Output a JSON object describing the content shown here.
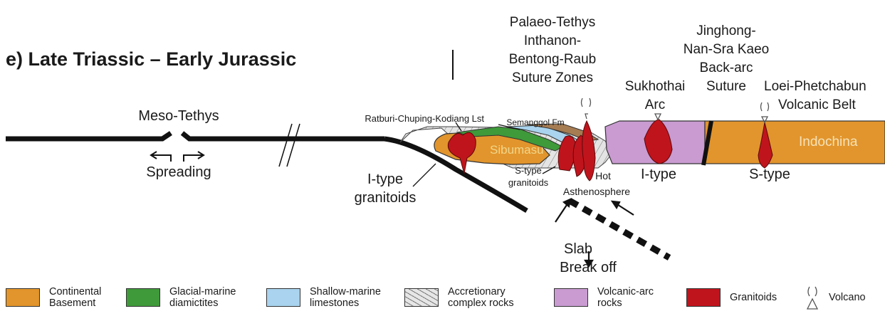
{
  "panel_title": "e)  Late Triassic – Early Jurassic",
  "labels": {
    "meso_tethys": "Meso-Tethys",
    "spreading": "Spreading",
    "ratburi": "Ratburi-Chuping-Kodiang Lst",
    "semanggol": "Semanggol Fm",
    "palaeo_1": "Palaeo-Tethys",
    "palaeo_2": "Inthanon-",
    "palaeo_3": "Bentong-Raub",
    "palaeo_4": "Suture Zones",
    "sukhothai_1": "Sukhothai",
    "sukhothai_2": "Arc",
    "jinghong_1": "Jinghong-",
    "jinghong_2": "Nan-Sra Kaeo",
    "jinghong_3": "Back-arc",
    "jinghong_4": "Suture",
    "loei_1": "Loei-Phetchabun",
    "loei_2": "Volcanic Belt",
    "sibumasu": "Sibumasu",
    "indochina": "Indochina",
    "itype_left_1": "I-type",
    "itype_left_2": "granitoids",
    "stype_small_1": "S-type",
    "stype_small_2": "granitoids",
    "hot_1": "Hot",
    "hot_2": "Asthenosphere",
    "itype_arc": "I-type",
    "stype_right": "S-type",
    "slab_1": "Slab",
    "slab_2": "Break off"
  },
  "legend": [
    {
      "label": "Continental\nBasement",
      "color": "#e2952c",
      "pattern": "solid"
    },
    {
      "label": "Glacial-marine\ndiamictites",
      "color": "#3f9a3a",
      "pattern": "solid"
    },
    {
      "label": "Shallow-marine\nlimestones",
      "color": "#a9d3ee",
      "pattern": "solid"
    },
    {
      "label": "Accretionary\ncomplex rocks",
      "color": "#e0e0e0",
      "pattern": "hatch"
    },
    {
      "label": "Volcanic-arc\nrocks",
      "color": "#c99bd1",
      "pattern": "solid"
    },
    {
      "label": "Granitoids",
      "color": "#c0141d",
      "pattern": "solid"
    },
    {
      "label": "Volcano",
      "color": "#777777",
      "pattern": "volcano"
    }
  ],
  "colors": {
    "basement": "#e2952c",
    "glacial": "#3f9a3a",
    "limestone": "#a9d3ee",
    "accretionary": "#e0e0e0",
    "volcanic_arc": "#c99bd1",
    "granitoid": "#c0141d",
    "semanggol": "#a67c52",
    "line": "#111111"
  }
}
